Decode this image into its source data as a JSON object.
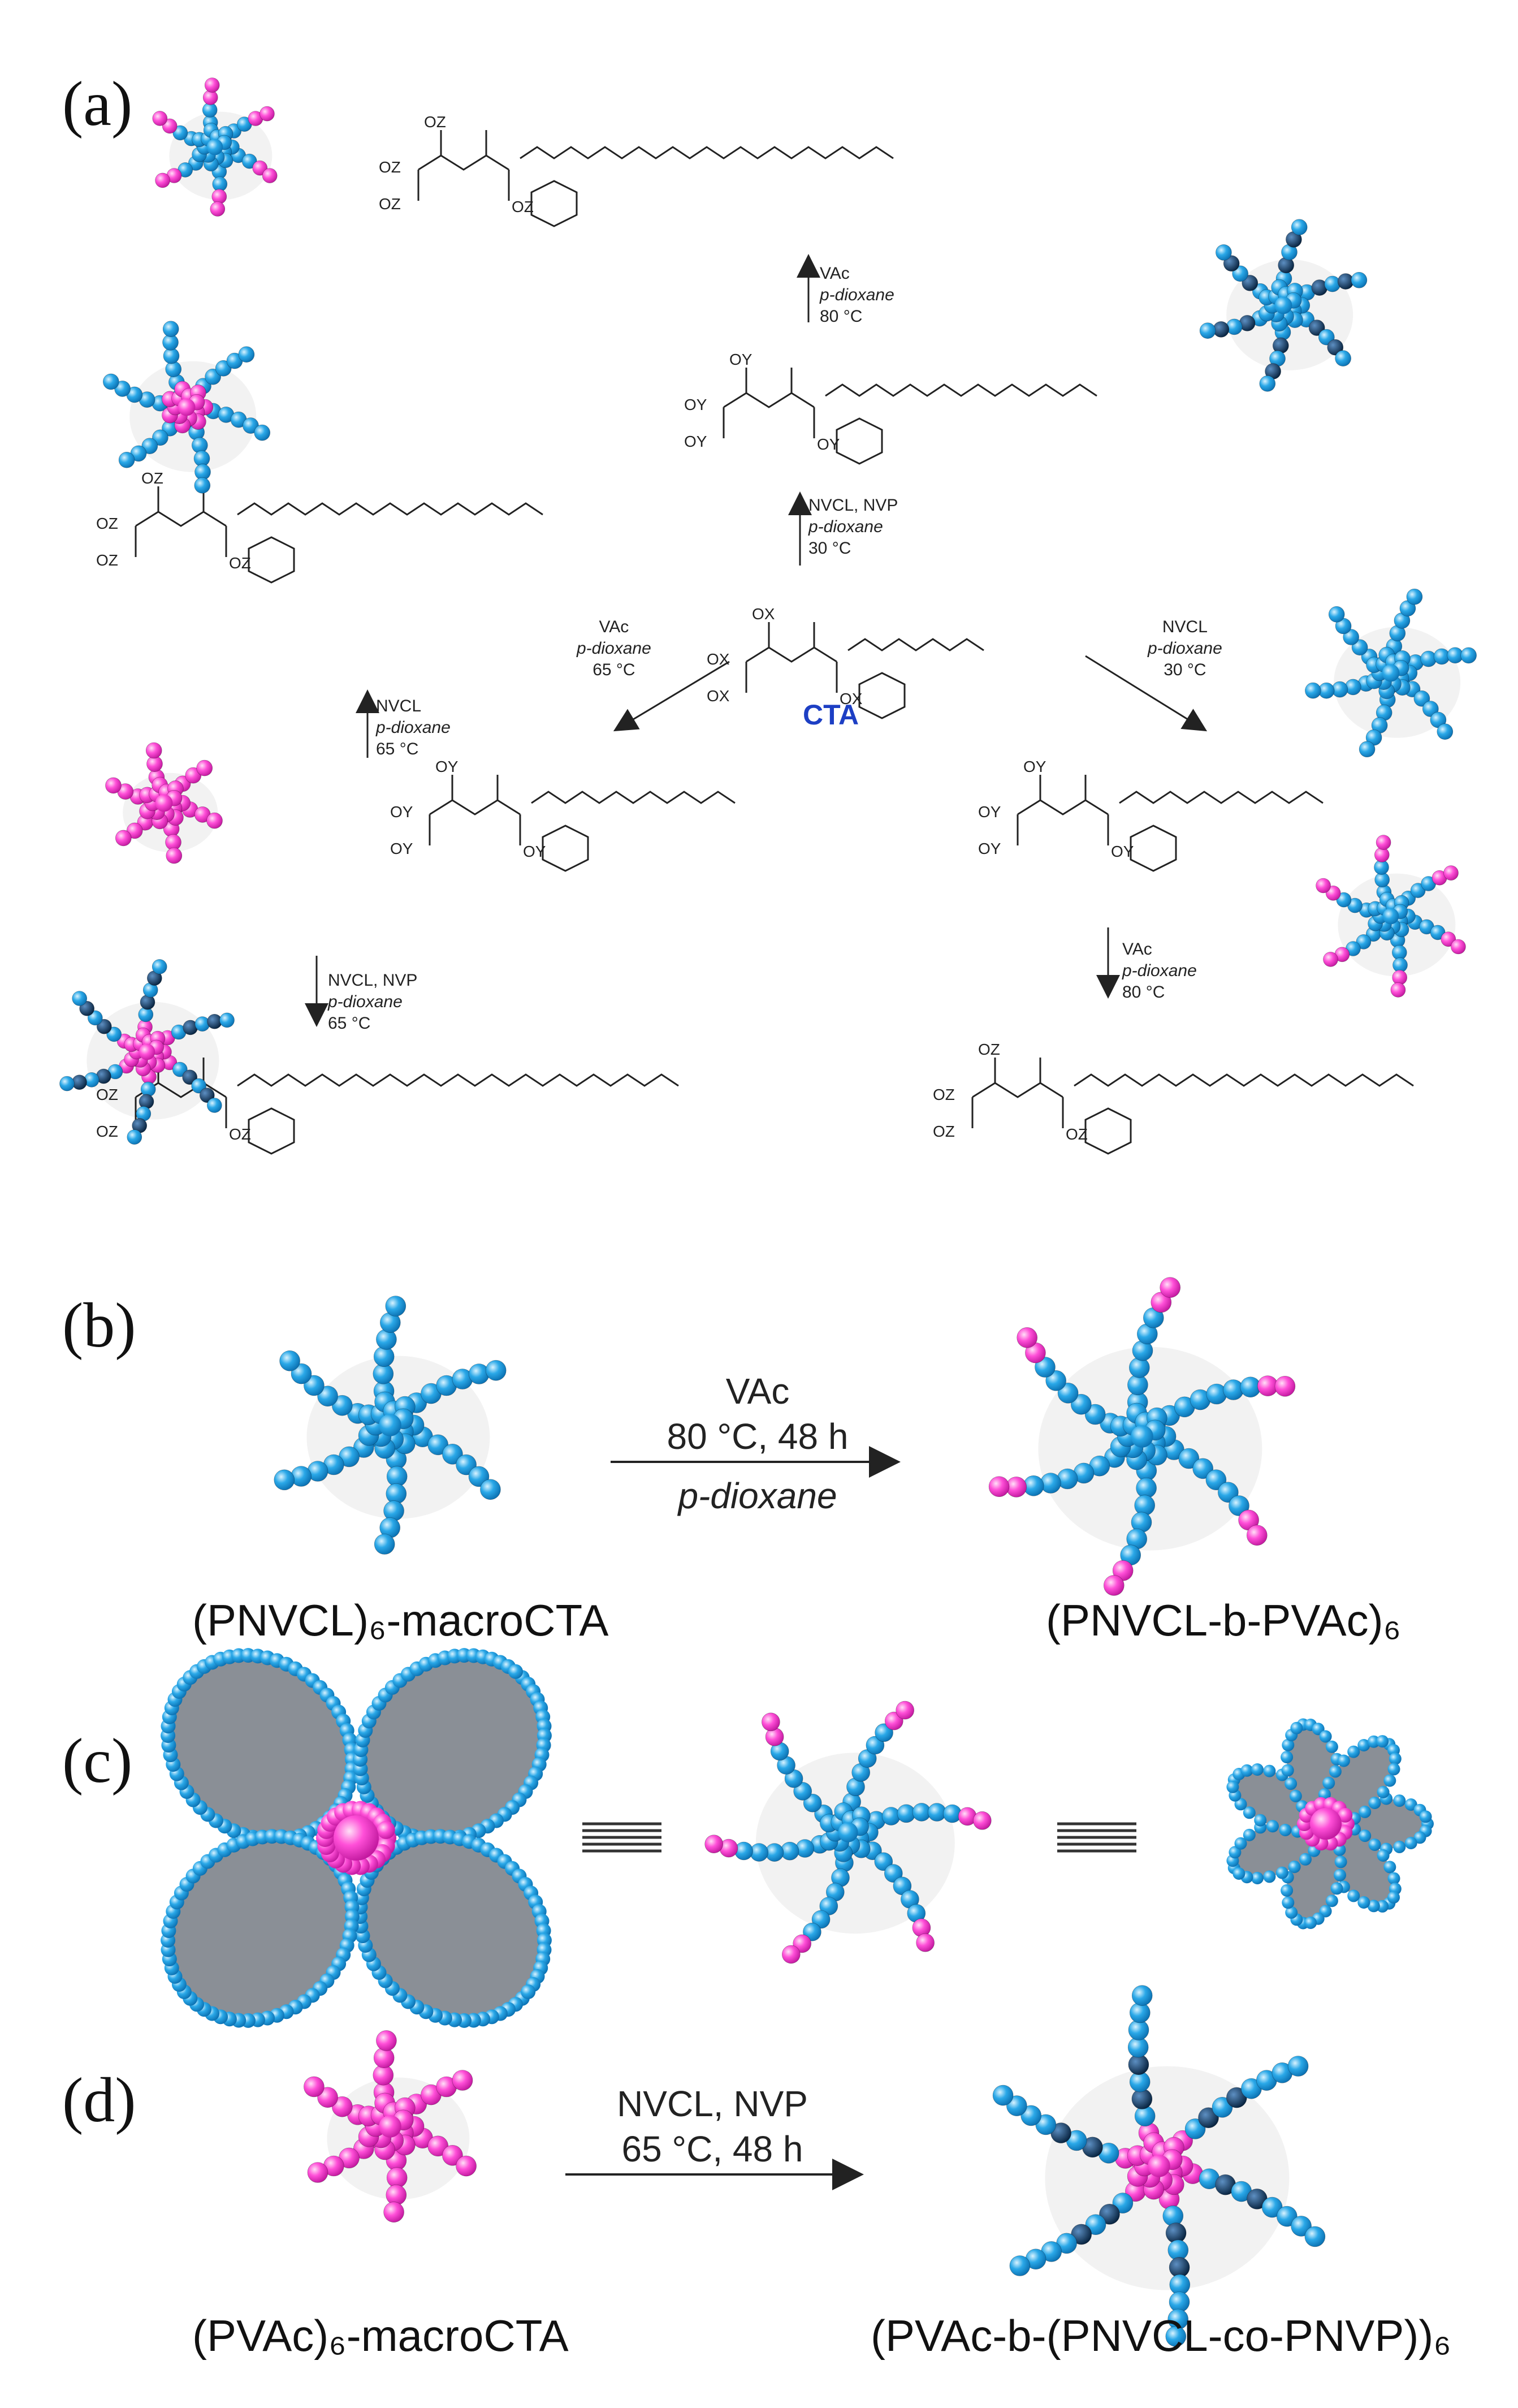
{
  "panels": {
    "a": "(a)",
    "b": "(b)",
    "c": "(c)",
    "d": "(d)"
  },
  "panel_a": {
    "center_label": "CTA",
    "conditions": {
      "top_up": [
        "VAc",
        "p-dioxane",
        "80 °C"
      ],
      "center_up": [
        "NVCL, NVP",
        "p-dioxane",
        "30 °C"
      ],
      "center_left": [
        "VAc",
        "p-dioxane",
        "65 °C"
      ],
      "center_right": [
        "NVCL",
        "p-dioxane",
        "30 °C"
      ],
      "left_up": [
        "NVCL",
        "p-dioxane",
        "65 °C"
      ],
      "left_down": [
        "NVCL, NVP",
        "p-dioxane",
        "65 °C"
      ],
      "right_down": [
        "VAc",
        "p-dioxane",
        "80 °C"
      ]
    }
  },
  "panel_b": {
    "conditions": [
      "VAc",
      "80 °C, 48 h",
      "p-dioxane"
    ],
    "left_caption": "(PNVCL)₆-macroCTA",
    "right_caption": "(PNVCL-b-PVAc)₆"
  },
  "panel_d": {
    "conditions": [
      "NVCL, NVP",
      "65 °C, 48 h"
    ],
    "left_caption": "(PVAc)₆-macroCTA",
    "right_caption": "(PVAc-b-(PNVCL-co-PNVP))₆"
  },
  "colors": {
    "blue_bead": "#2aa8e8",
    "pink_bead": "#ff4fd8",
    "dark_bead": "#0b3a66",
    "cta_label": "#1d3fc4"
  }
}
